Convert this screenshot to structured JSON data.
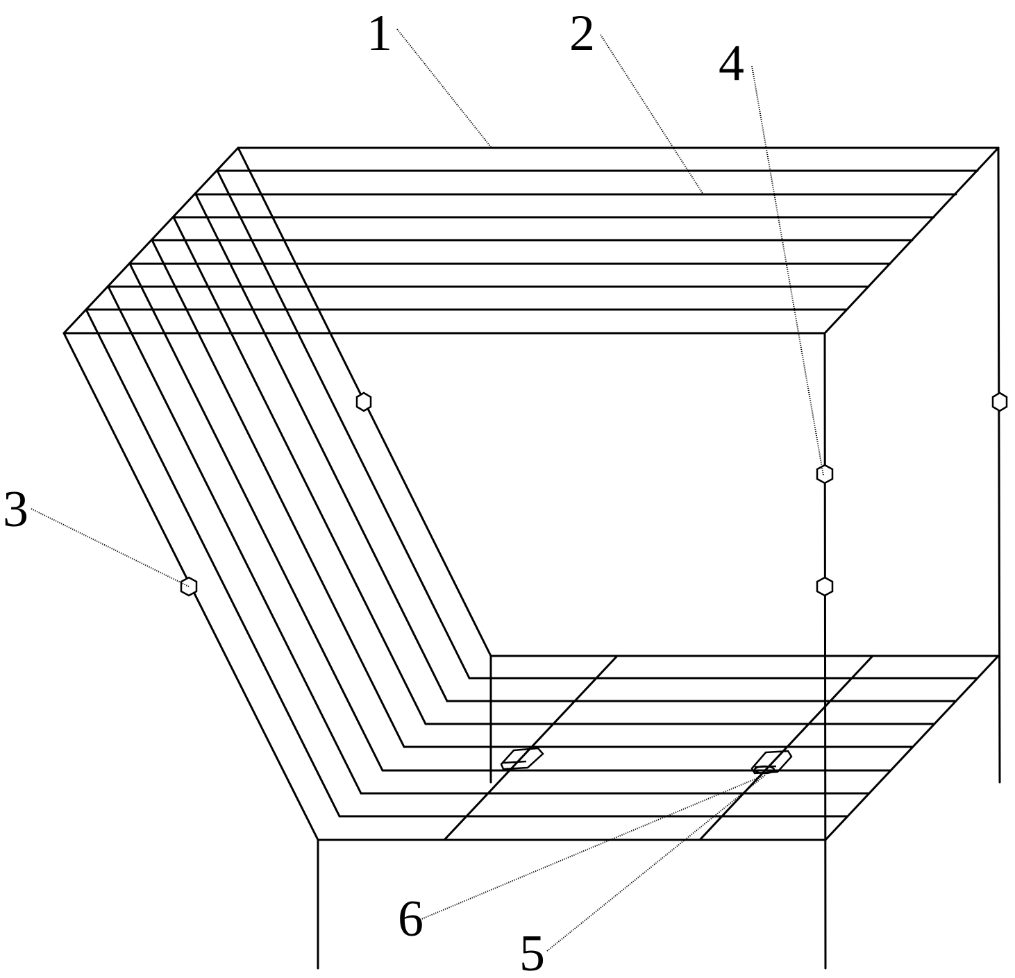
{
  "figure": {
    "labels": [
      {
        "id": "label-1",
        "text": "1"
      },
      {
        "id": "label-2",
        "text": "2"
      },
      {
        "id": "label-3",
        "text": "3"
      },
      {
        "id": "label-4",
        "text": "4"
      },
      {
        "id": "label-5",
        "text": "5"
      },
      {
        "id": "label-6",
        "text": "6"
      }
    ]
  }
}
